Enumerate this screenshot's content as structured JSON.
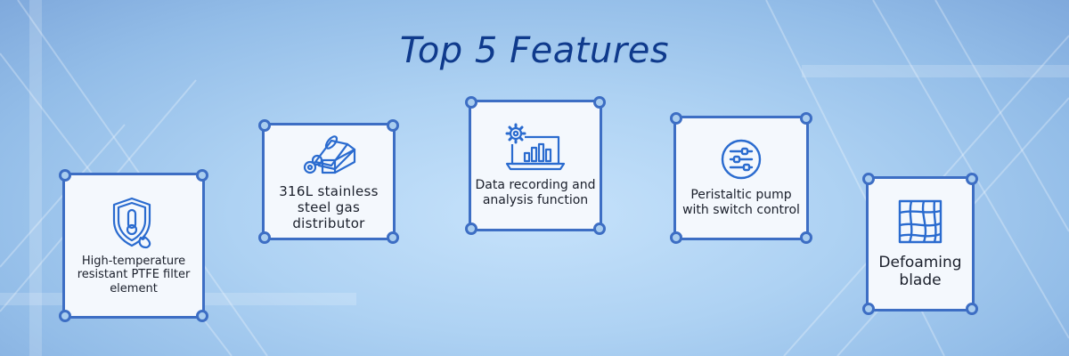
{
  "title": "Top 5 Features",
  "colors": {
    "accent": "#3d6ec4",
    "title": "#0f3a8c",
    "icon": "#2a6bcf",
    "card_bg": "#f4f8fd"
  },
  "features": [
    {
      "label": "High-temperature resistant PTFE filter element",
      "icon": "shield-thermometer-flame-icon"
    },
    {
      "label": "316L stainless steel gas distributor",
      "icon": "steel-pipes-icon"
    },
    {
      "label": "Data recording and analysis function",
      "icon": "laptop-chart-gear-icon"
    },
    {
      "label": "Peristaltic pump with switch control",
      "icon": "sliders-controls-icon"
    },
    {
      "label": "Defoaming blade",
      "icon": "blade-grid-icon"
    }
  ]
}
